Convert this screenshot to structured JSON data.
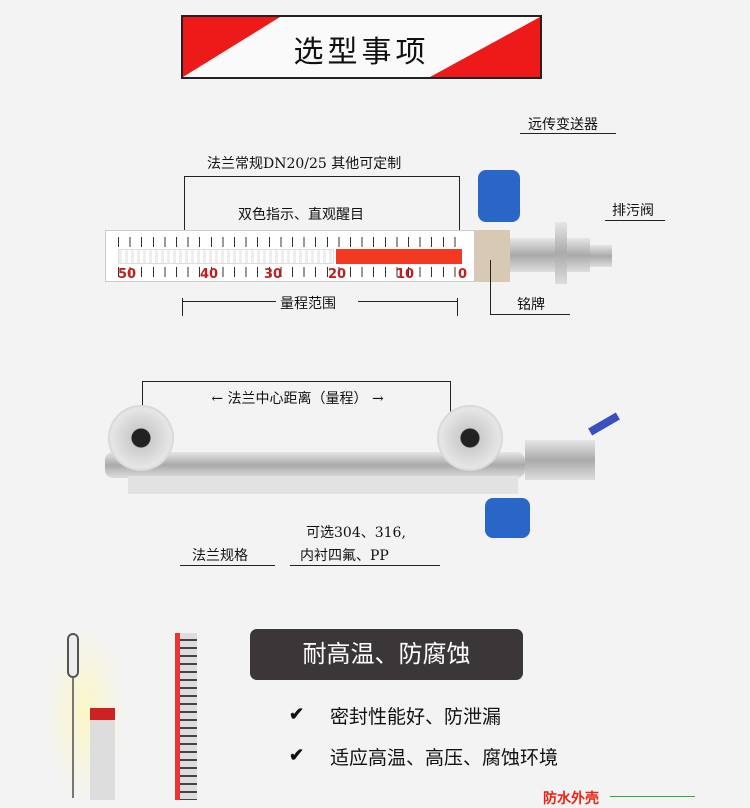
{
  "header": {
    "title": "选型事项"
  },
  "gauge_top": {
    "flange_note": "法兰常规DN20/25 其他可定制",
    "display_note": "双色指示、直观醒目",
    "range_label": "量程范围",
    "transmitter_label": "远传变送器",
    "drain_valve_label": "排污阀",
    "nameplate_label": "铭牌",
    "scale_numbers": [
      "50",
      "40",
      "30",
      "20",
      "10",
      "0"
    ]
  },
  "gauge_body": {
    "flange_distance_label": "法兰中心距离（量程）",
    "flange_spec_label": "法兰规格",
    "material_line1": "可选304、316,",
    "material_line2": "内衬四氟、PP"
  },
  "features": {
    "banner": "耐高温、防腐蚀",
    "items": [
      "密封性能好、防泄漏",
      "适应高温、高压、腐蚀环境"
    ],
    "check_icon": "✔",
    "waterproof_label": "防水外壳"
  },
  "colors": {
    "accent_red": "#ee1a1a",
    "banner_bg": "#3b3638",
    "blue": "#2a66c8"
  }
}
